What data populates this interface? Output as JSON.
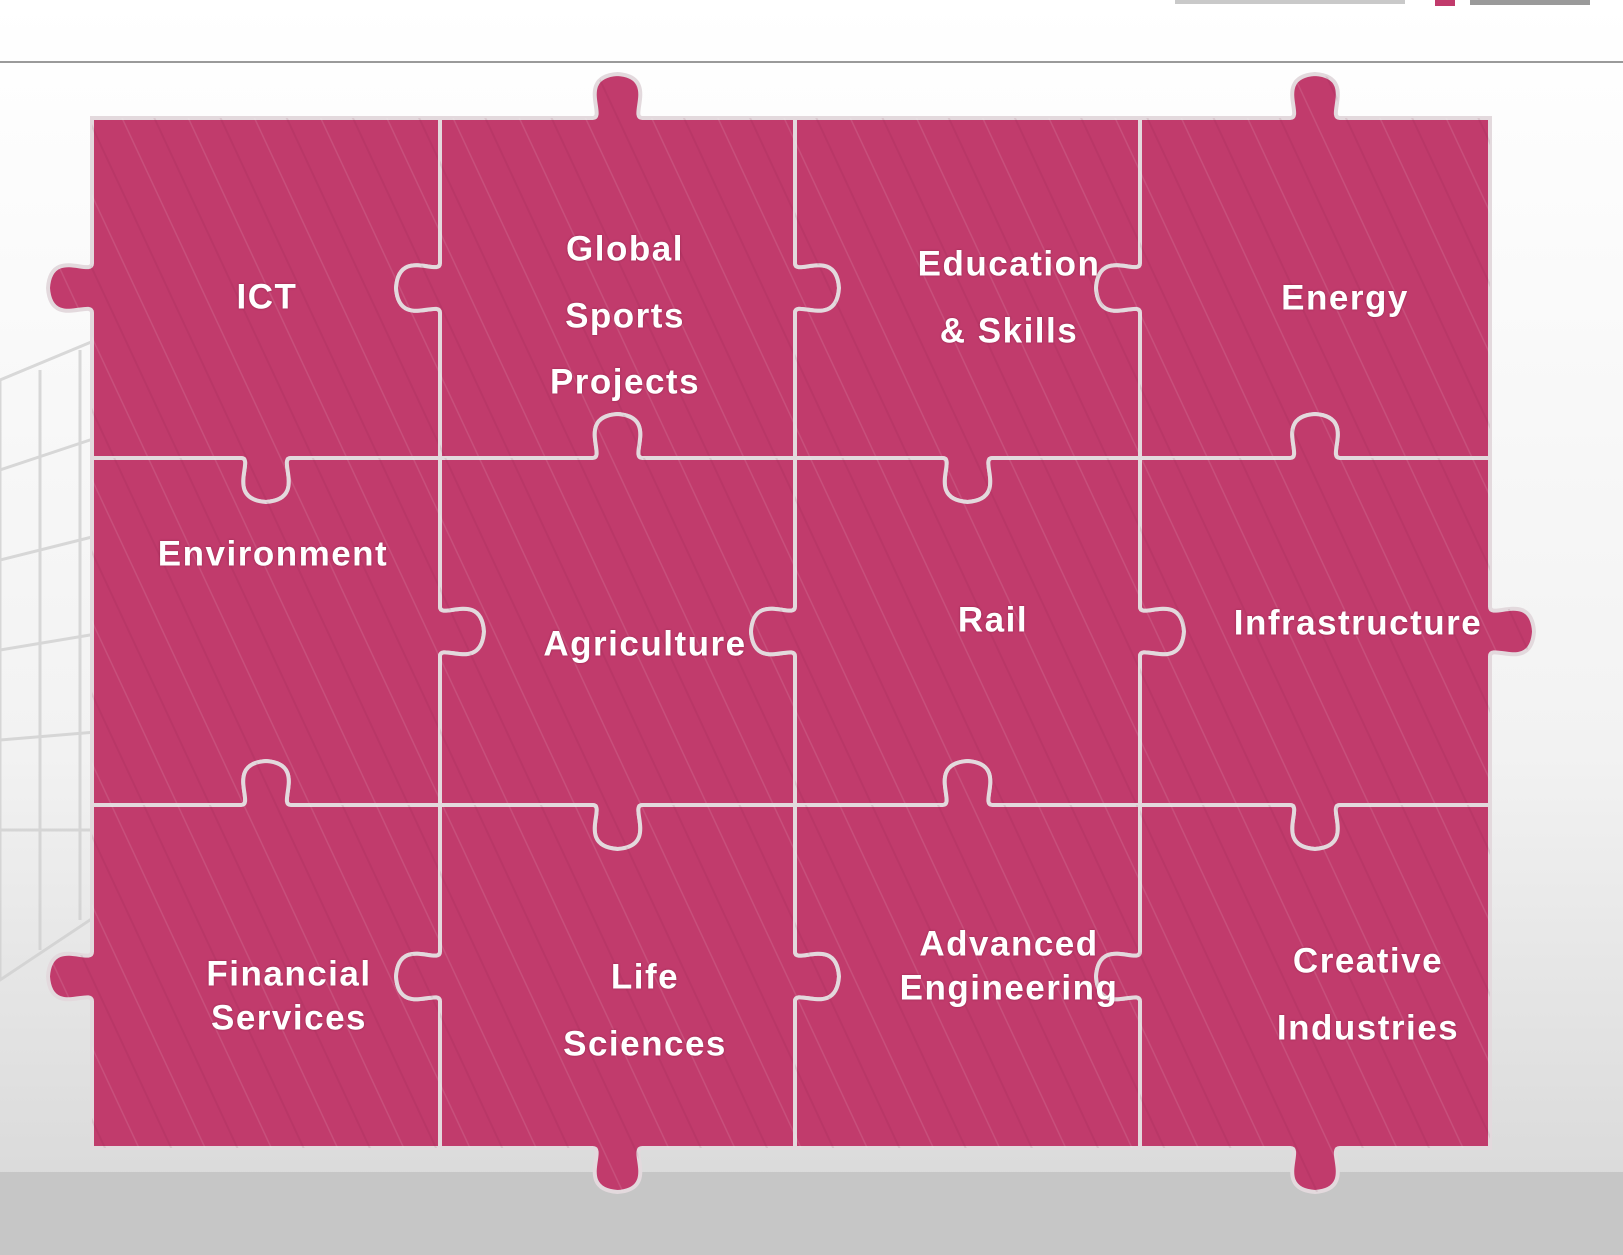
{
  "colors": {
    "piece": "#c13b6c",
    "piece_dark": "#8e1e48",
    "gap": "#e3d9dd",
    "background_top": "#ffffff",
    "background_bottom": "#cfcfcf",
    "footer_band": "#c6c6c6",
    "header_line": "#9a9a9a"
  },
  "sectors": [
    {
      "id": "ict",
      "lines": [
        "ICT"
      ]
    },
    {
      "id": "global-sports-projects",
      "lines": [
        "Global",
        "Sports",
        "Projects"
      ]
    },
    {
      "id": "education-skills",
      "lines": [
        "Education",
        "& Skills"
      ]
    },
    {
      "id": "energy",
      "lines": [
        "Energy"
      ]
    },
    {
      "id": "environment",
      "lines": [
        "Environment"
      ]
    },
    {
      "id": "agriculture",
      "lines": [
        "Agriculture"
      ]
    },
    {
      "id": "rail",
      "lines": [
        "Rail"
      ]
    },
    {
      "id": "infrastructure",
      "lines": [
        "Infrastructure"
      ]
    },
    {
      "id": "financial-services",
      "lines": [
        "Financial",
        "Services"
      ]
    },
    {
      "id": "life-sciences",
      "lines": [
        "Life",
        "Sciences"
      ]
    },
    {
      "id": "advanced-engineering",
      "lines": [
        "Advanced",
        "Engineering"
      ]
    },
    {
      "id": "creative-industries",
      "lines": [
        "Creative",
        "Industries"
      ]
    }
  ]
}
